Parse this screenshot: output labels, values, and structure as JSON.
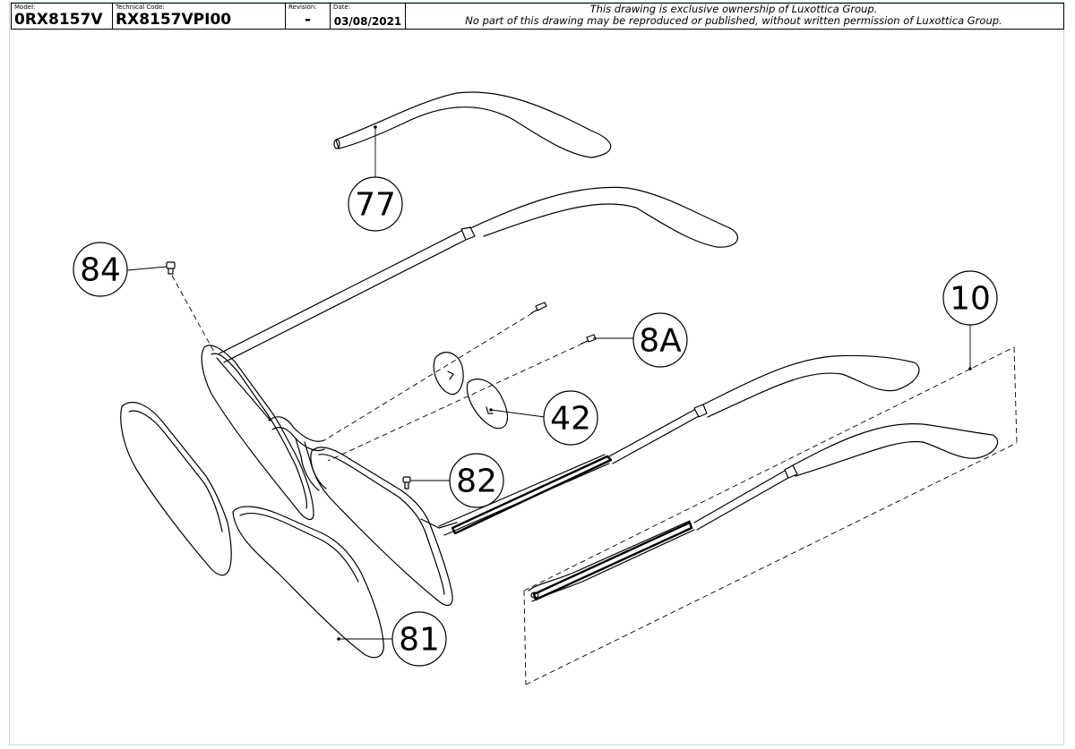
{
  "title_block": {
    "model_label": "Model:",
    "model_value": "0RX8157V",
    "technical_code_label": "Technical Code:",
    "technical_code_value": "RX8157VPI00",
    "revision_label": "Revision:",
    "revision_value": "-",
    "date_label": "Date:",
    "date_value": "03/08/2021",
    "notice_line1": "This drawing is exclusive ownership of Luxottica Group.",
    "notice_line2": "No part of this drawing may be reproduced or published, without written permission of Luxottica Group."
  },
  "callouts": {
    "c77": "77",
    "c84": "84",
    "c10": "10",
    "c8A": "8A",
    "c42": "42",
    "c82": "82",
    "c81": "81"
  }
}
